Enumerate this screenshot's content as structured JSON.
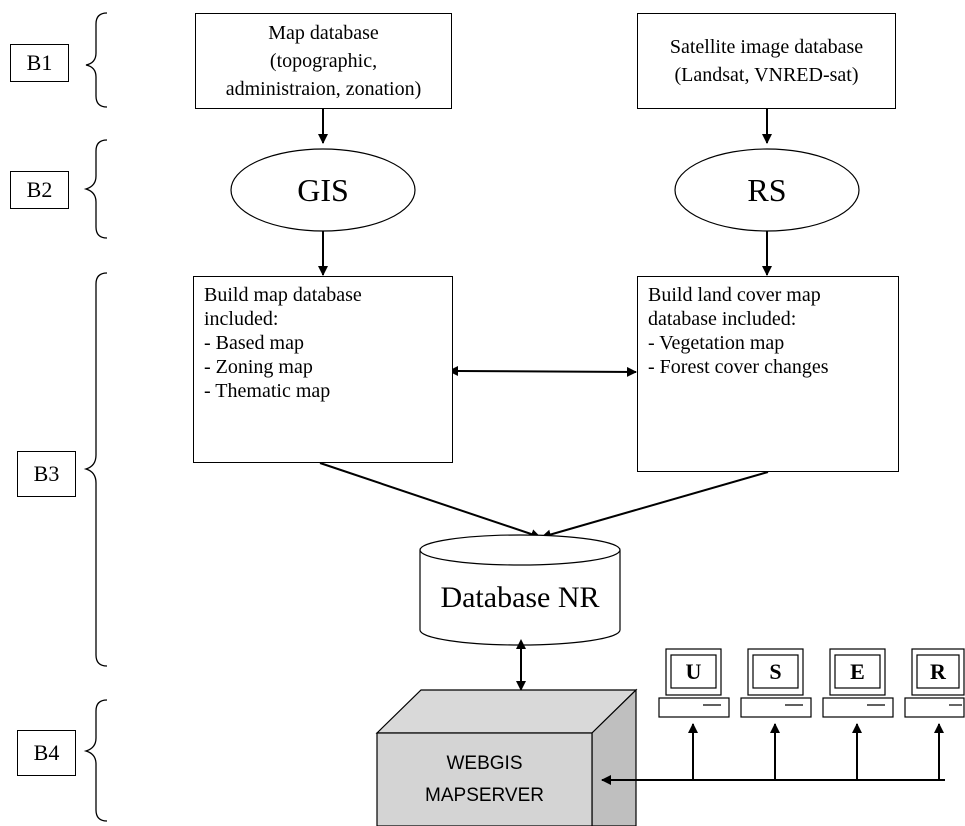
{
  "stages": {
    "b1": "B1",
    "b2": "B2",
    "b3": "B3",
    "b4": "B4"
  },
  "b1": {
    "map_db": [
      "Map database",
      "(topographic,",
      "administraion, zonation)"
    ],
    "sat_db": [
      "Satellite image database",
      "(Landsat, VNRED-sat)"
    ]
  },
  "b2": {
    "gis": "GIS",
    "rs": "RS"
  },
  "b3": {
    "build_map": [
      "Build map database",
      "included:",
      "- Based map",
      "- Zoning map",
      "- Thematic map"
    ],
    "build_landcover": [
      "Build land cover map",
      "database included:",
      "- Vegetation map",
      "- Forest cover changes"
    ],
    "database": "Database NR"
  },
  "b4": {
    "server": [
      "WEBGIS",
      "MAPSERVER"
    ],
    "users": [
      "U",
      "S",
      "E",
      "R"
    ]
  }
}
